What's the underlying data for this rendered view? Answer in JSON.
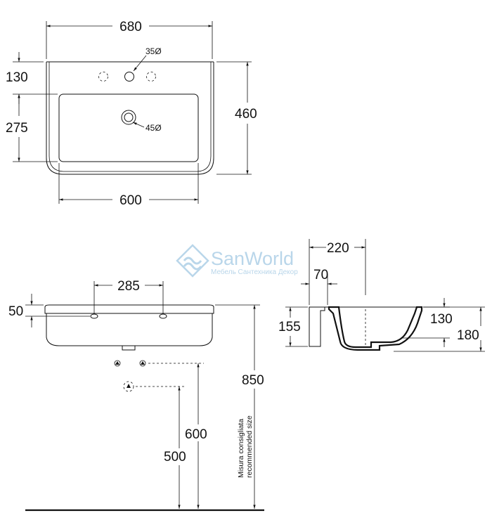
{
  "dimensions": {
    "top_width": "680",
    "tap_hole": "35Ø",
    "top_depth_rim": "130",
    "total_depth": "460",
    "basin_depth": "275",
    "drain_hole": "45Ø",
    "basin_width": "600",
    "front_fixing": "285",
    "front_rim": "50",
    "mount_height": "850",
    "pipe_height_600": "600",
    "pipe_height_500": "500",
    "side_depth": "220",
    "side_offset": "70",
    "side_height_155": "155",
    "side_height_130": "130",
    "side_height_180": "180"
  },
  "notes": {
    "recommended_line1": "Misura consigliata",
    "recommended_line2": "recommended size"
  },
  "watermark": {
    "name": "SanWorld",
    "tagline": "Мебель Сантехника Декор"
  },
  "colors": {
    "ink": "#111111",
    "watermark": "#b9d6ea"
  }
}
